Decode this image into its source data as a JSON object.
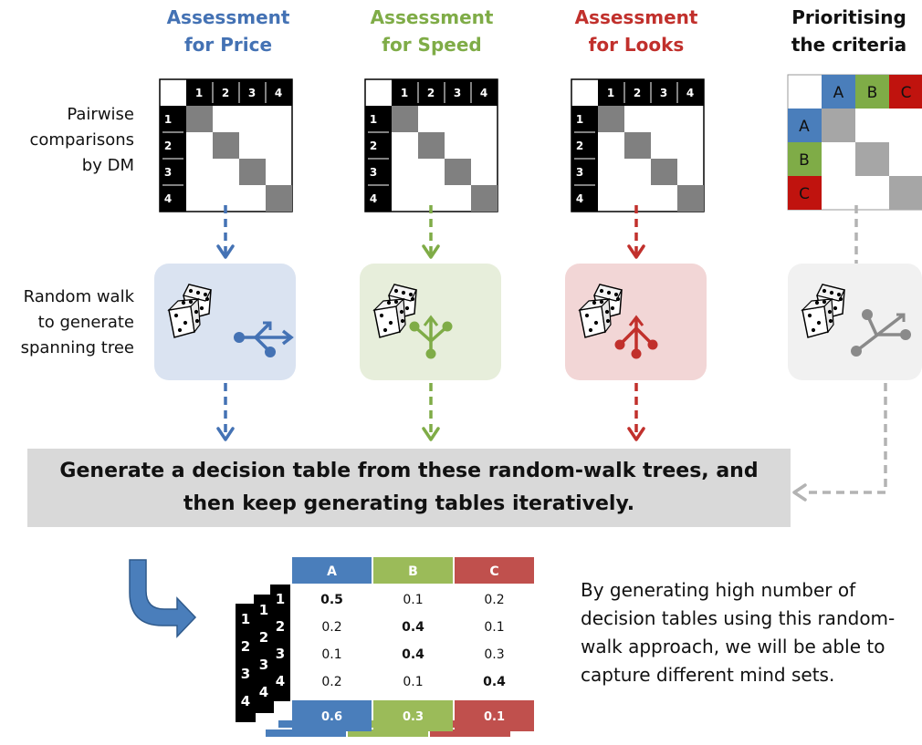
{
  "columns": [
    {
      "title_line1": "Assessment",
      "title_line2": "for Price",
      "color": "#4472b4",
      "box_color": "#dae3f1"
    },
    {
      "title_line1": "Assessment",
      "title_line2": "for Speed",
      "color": "#7fac47",
      "box_color": "#e7eedb"
    },
    {
      "title_line1": "Assessment",
      "title_line2": "for Looks",
      "color": "#c1302c",
      "box_color": "#f2d6d6"
    },
    {
      "title_line1": "Prioritising",
      "title_line2": "the criteria",
      "color": "#111111",
      "box_color": "#f1f1f1"
    }
  ],
  "side_labels": {
    "pairwise": [
      "Pairwise",
      "comparisons",
      "by DM"
    ],
    "random_walk": [
      "Random walk",
      "to generate",
      "spanning tree"
    ]
  },
  "matrix_labels": [
    "1",
    "2",
    "3",
    "4"
  ],
  "criteria_labels": [
    "A",
    "B",
    "C"
  ],
  "criteria_colors": {
    "A": "#4a7ebb",
    "B": "#7fac47",
    "C": "#c0130e"
  },
  "banner": {
    "line1": "Generate a decision table from these random-walk trees, and",
    "line2": "then keep generating tables iteratively."
  },
  "decision_table": {
    "headers": [
      "A",
      "B",
      "C"
    ],
    "header_colors": [
      "#4a7ebb",
      "#9bbb59",
      "#c0504d"
    ],
    "row_labels": [
      "1",
      "2",
      "3",
      "4"
    ],
    "rows": [
      [
        "0.5",
        "0.1",
        "0.2"
      ],
      [
        "0.2",
        "0.4",
        "0.1"
      ],
      [
        "0.1",
        "0.4",
        "0.3"
      ],
      [
        "0.2",
        "0.1",
        "0.4"
      ]
    ],
    "bold": [
      [
        true,
        false,
        false
      ],
      [
        false,
        true,
        false
      ],
      [
        false,
        true,
        false
      ],
      [
        false,
        false,
        true
      ]
    ],
    "totals": [
      "0.6",
      "0.3",
      "0.1"
    ]
  },
  "note": "By generating high number of decision tables using this random-walk approach, we will be able to capture different mind sets."
}
